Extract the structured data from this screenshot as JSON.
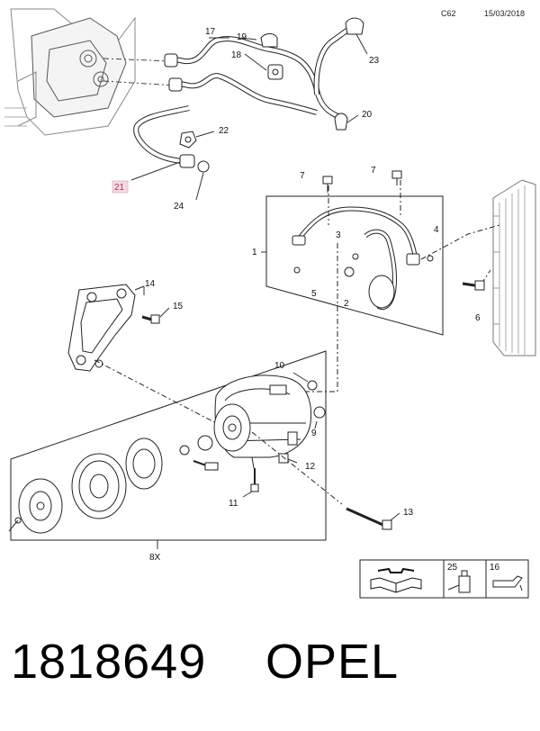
{
  "header": {
    "code": "C62",
    "date": "15/03/2018"
  },
  "callouts": {
    "c1": "1",
    "c2": "2",
    "c3": "3",
    "c4": "4",
    "c5": "5",
    "c6": "6",
    "c7a": "7",
    "c7b": "7",
    "c8": "8X",
    "c9": "9",
    "c10": "10",
    "c11": "11",
    "c12": "12",
    "c13": "13",
    "c14": "14",
    "c15": "15",
    "c16": "16",
    "c17": "17",
    "c18": "18",
    "c19": "19",
    "c20": "20",
    "c21": "21",
    "c22": "22",
    "c23": "23",
    "c24": "24",
    "c25": "25"
  },
  "footer": {
    "part_number": "1818649",
    "brand": "OPEL"
  },
  "icons": [
    "wrench-manual-icon",
    "oil-bottle-icon",
    "oil-can-icon"
  ],
  "colors": {
    "highlight_label": "#b0355a",
    "line": "#222222"
  }
}
